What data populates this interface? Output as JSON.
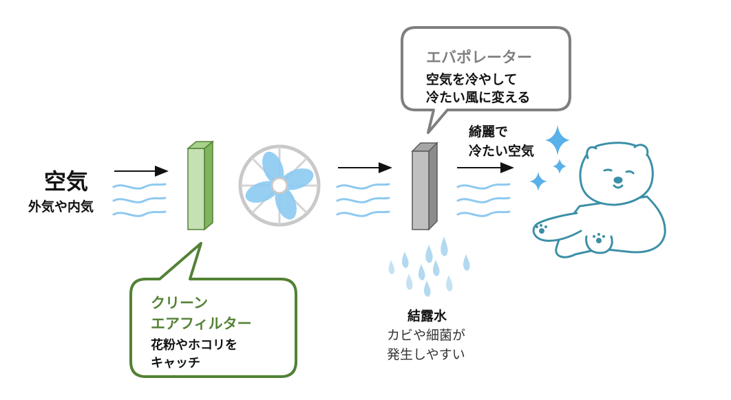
{
  "air": {
    "title": "空気",
    "subtitle": "外気や内気"
  },
  "filter": {
    "title_line1": "クリーン",
    "title_line2": "エアフィルター",
    "desc_line1": "花粉やホコリを",
    "desc_line2": "キャッチ",
    "accent_color": "#538135"
  },
  "evaporator": {
    "title": "エバポレーター",
    "desc_line1": "空気を冷やして",
    "desc_line2": "冷たい風に変える",
    "accent_color": "#808080"
  },
  "clean_air": {
    "line1": "綺麗で",
    "line2": "冷たい空気"
  },
  "condensation": {
    "title": "結露水",
    "desc_line1": "カビや細菌が",
    "desc_line2": "発生しやすい"
  },
  "icons": [
    "wind-lines-icon",
    "fan-icon",
    "water-drops-icon",
    "sparkle-icon",
    "polar-bear-icon",
    "arrow-right-icon"
  ],
  "colors": {
    "wind": "#8ec9f0",
    "fan_blade": "#8ccaf2",
    "drops": "#b3d9f0",
    "bear_outline": "#3b8fa6",
    "sparkle": "#5ab0e8",
    "filter_face": "#c5e0b3",
    "evaporator_face": "#c0c0c0"
  }
}
